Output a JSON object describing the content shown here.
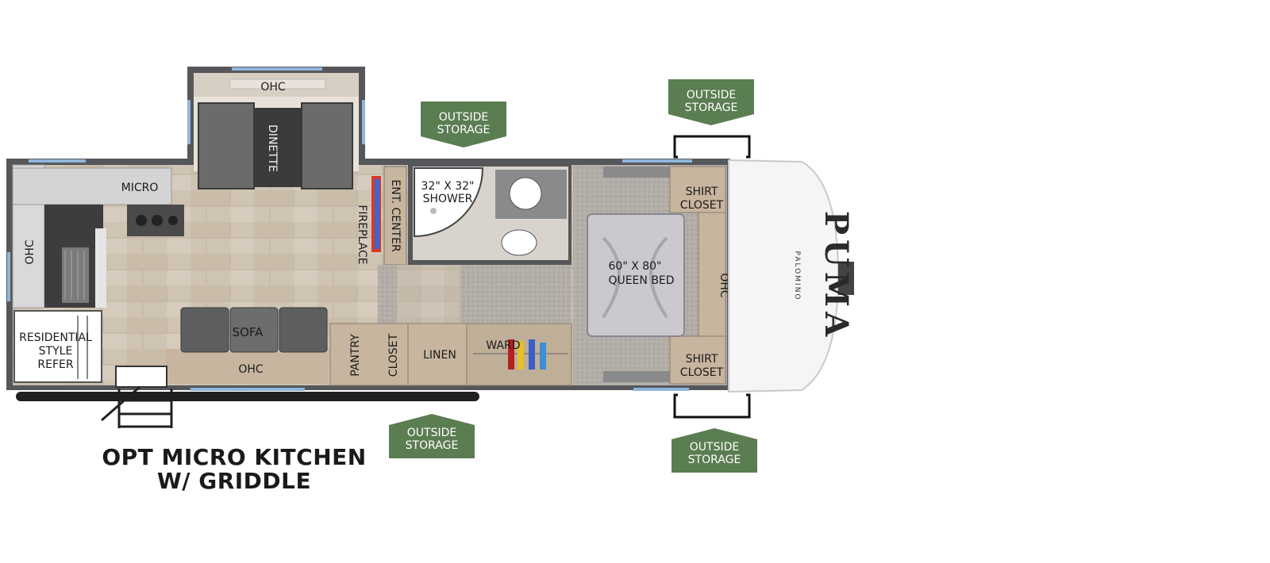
{
  "labels": {
    "ohc_dinette": "OHC",
    "dinette": "DINETTE",
    "micro": "MICRO",
    "ohc_kitchen": "OHC",
    "refer": [
      "RESIDENTIAL",
      "STYLE",
      "REFER"
    ],
    "sofa": "SOFA",
    "ohc_sofa": "OHC",
    "fireplace": "FIREPLACE",
    "ent_center": "ENT. CENTER",
    "shower": [
      "32\" X 32\"",
      "SHOWER"
    ],
    "pantry": "PANTRY",
    "closet": "CLOSET",
    "linen": "LINEN",
    "ward": "WARD",
    "shirt_closet_top": [
      "SHIRT",
      "CLOSET"
    ],
    "shirt_closet_bottom": [
      "SHIRT",
      "CLOSET"
    ],
    "bed": [
      "60\" X 80\"",
      "QUEEN BED"
    ],
    "ohc_bedroom": "OHC"
  },
  "storage": {
    "top_left": [
      "OUTSIDE",
      "STORAGE"
    ],
    "top_right": [
      "OUTSIDE",
      "STORAGE"
    ],
    "bottom_left": [
      "OUTSIDE",
      "STORAGE"
    ],
    "bottom_right": [
      "OUTSIDE",
      "STORAGE"
    ]
  },
  "brand": {
    "logo_text": "PUMA",
    "logo_subtext": "PALOMINO"
  },
  "caption": {
    "line1": "OPT MICRO KITCHEN",
    "line2": "W/ GRIDDLE"
  },
  "colors": {
    "wall": "#55575a",
    "floor": "#cfc3b2",
    "carpet": "#b8b3ad",
    "cabinet": "#c7b59f",
    "storage_badge": "#5b7d52",
    "window": "#8fb6dc"
  }
}
